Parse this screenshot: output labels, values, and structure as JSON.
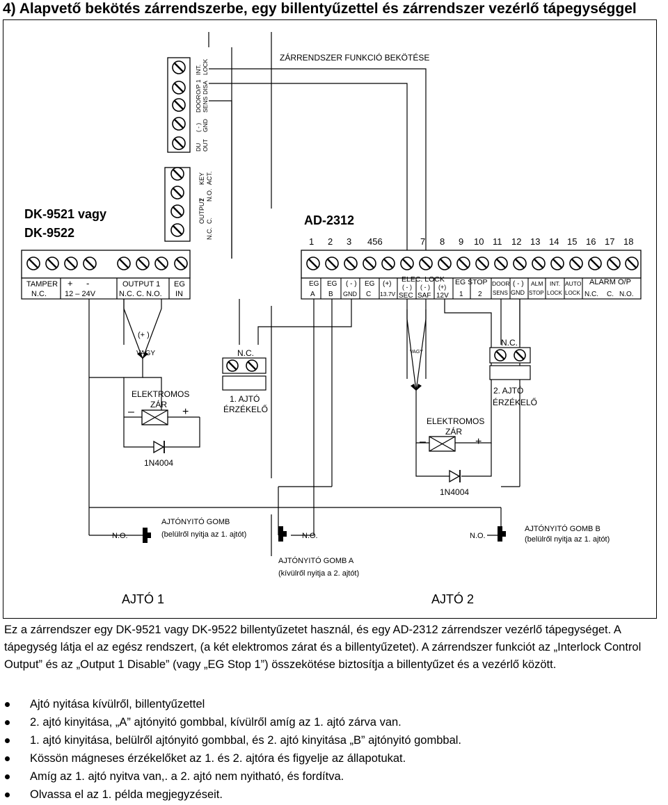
{
  "heading": "4) Alapvető bekötés zárrendszerbe, egy billentyűzettel és zárrendszer vezérlő tápegységgel",
  "diagram": {
    "function_title": "ZÁRRENDSZER FUNKCIÓ BEKÖTÉSE",
    "keypad_model_1": "DK-9521 vagy",
    "keypad_model_2": "DK-9522",
    "controller_model": "AD-2312",
    "keypad_top_terminals": [
      [
        "INT.",
        "LOCK"
      ],
      [
        "O/P 1",
        "DISA"
      ],
      [
        "DOOR",
        "SENS"
      ],
      [
        "( - )",
        "GND"
      ],
      [
        "DU",
        "OUT"
      ]
    ],
    "output2_terminals": [
      [
        "KEY",
        "ACT."
      ],
      [
        "2",
        "N.O."
      ],
      [
        "OUTPUT",
        "C."
      ],
      [
        "",
        "N.C."
      ]
    ],
    "keypad_bottom_labels": {
      "tamper": "TAMPER",
      "tamper_nc": "N.C.",
      "plus": "+",
      "minus": "-",
      "voltage": "12 – 24V",
      "output1": "OUTPUT   1",
      "output1_contacts": "N.C.  C.  N.O.",
      "eg": "EG",
      "eg_in": "IN"
    },
    "controller_numbers": [
      "1",
      "2",
      "3",
      "456",
      "7",
      "8",
      "9",
      "10",
      "11",
      "12",
      "13",
      "14",
      "15",
      "16",
      "17",
      "18"
    ],
    "controller_labels": {
      "eg_a_top": "EG",
      "eg_a_bot": "A",
      "eg_b_top": "EG",
      "eg_b_bot": "B",
      "gnd_top": "( - )",
      "gnd_bot": "GND",
      "eg_c_top": "EG",
      "eg_c_bot": "C",
      "v137_top": "(+)",
      "v137_bot": "13.7V",
      "elec_lock": "ELEC.  LOCK",
      "sec_top": "( - )",
      "sec_bot": "SEC",
      "saf_top": "( - )",
      "saf_bot": "SAF",
      "v12_top": "(+)",
      "v12_bot": "12V",
      "eg_stop": "EG  STOP",
      "stop1": "1",
      "stop2": "2",
      "door_top": "DOOR",
      "door_bot": "SENS",
      "gnd2_top": "( - )",
      "gnd2_bot": "GND",
      "alm_top": "ALM",
      "alm_bot": "STOP",
      "int_top": "INT.",
      "int_bot": "LOCK",
      "auto_top": "AUTO",
      "auto_bot": "LOCK",
      "alarm_op": "ALARM  O/P",
      "alarm_nc": "N.C.",
      "alarm_c": "C.",
      "alarm_no": "N.O."
    },
    "lock_1": {
      "plus_label": "(+ )",
      "vagy": "VAGY",
      "title_1": "ELEKTROMOS",
      "title_2": "ZÁR",
      "minus": "–",
      "plus": "+",
      "diode": "1N4004"
    },
    "sensor_1": {
      "nc": "N.C.",
      "name_1": "1. AJTÓ",
      "name_2": "ÉRZÉKELŐ"
    },
    "lock_2": {
      "vagy": "VAGY",
      "title_1": "ELEKTROMOS",
      "title_2": "ZÁR",
      "minus": "–",
      "plus": "+",
      "diode": "1N4004"
    },
    "sensor_2": {
      "nc": "N.C.",
      "name_1": "2. AJTÓ",
      "name_2": "ÉRZÉKELŐ"
    },
    "button_1": {
      "no": "N.O.",
      "name": "AJTÓNYITÓ GOMB",
      "note": "(belülről nyitja az 1. ajtót)"
    },
    "button_a": {
      "no": "N.O.",
      "name": "AJTÓNYITÓ GOMB A",
      "note": "(kívülről nyitja a 2. ajtót)"
    },
    "button_b": {
      "no": "N.O.",
      "name": "AJTÓNYITÓ GOMB B",
      "note": "(belülről nyitja az 1. ajtót)"
    },
    "door_1": "AJTÓ 1",
    "door_2": "AJTÓ 2"
  },
  "description": "Ez a zárrendszer egy DK-9521 vagy DK-9522 billentyűzetet használ, és egy AD-2312 zárrendszer vezérlő tápegységet. A tápegység látja el az egész rendszert, (a két elektromos zárat és a billentyűzetet). A zárrendszer funkciót az „Interlock Control Output” és az „Output 1 Disable” (vagy „EG Stop 1”) összekötése biztosítja a billentyűzet és a vezérlő között.",
  "bullets": [
    "Ajtó nyitása kívülről, billentyűzettel",
    "2. ajtó kinyitása, „A” ajtónyitó gombbal, kívülről amíg az 1. ajtó zárva van.",
    "1. ajtó kinyitása, belülről ajtónyitó gombbal, és 2. ajtó kinyitása „B” ajtónyitó gombbal.",
    "Kössön mágneses érzékelőket az 1. és 2. ajtóra és figyelje az állapotukat.",
    "Amíg az 1. ajtó nyitva van,. a  2. ajtó nem nyitható, és fordítva.",
    "Olvassa el az 1. példa megjegyzéseit."
  ]
}
